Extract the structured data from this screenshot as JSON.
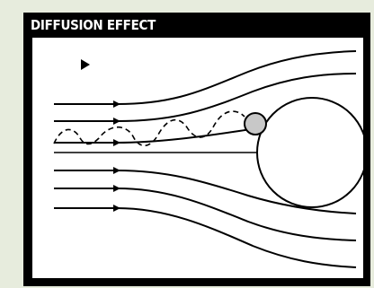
{
  "title": "DIFFUSION EFFECT",
  "diagram": {
    "flow_direction_icon": "right-arrow-icon",
    "streamline_count": 7,
    "particle": "small-circle",
    "obstacle": "large-circle",
    "particle_path": "dashed-wavy"
  },
  "colors": {
    "background": "#e7ecdd",
    "frame": "#000000",
    "plot": "#ffffff",
    "particle_fill": "#c8c8c8"
  }
}
